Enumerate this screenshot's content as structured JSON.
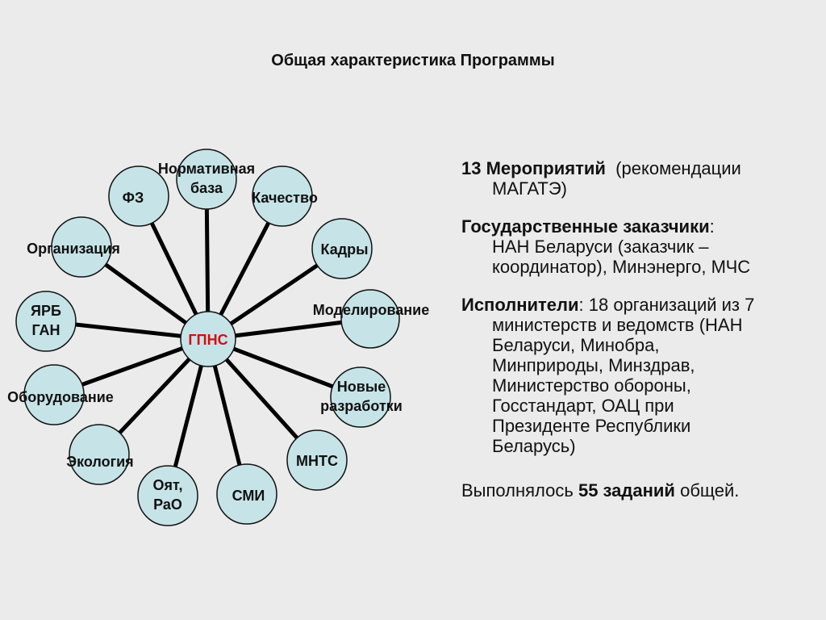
{
  "title": "Общая характеристика Программы",
  "diagram": {
    "hub": {
      "label": "ГПНС"
    },
    "nodes": [
      {
        "lines": [
          "ФЗ"
        ]
      },
      {
        "lines": [
          "Нормативная",
          "база"
        ]
      },
      {
        "lines": [
          "Качество"
        ]
      },
      {
        "lines": [
          "Кадры"
        ]
      },
      {
        "lines": [
          "Моделирование"
        ]
      },
      {
        "lines": [
          "Новые",
          "разработки"
        ]
      },
      {
        "lines": [
          "МНТС"
        ]
      },
      {
        "lines": [
          "СМИ"
        ]
      },
      {
        "lines": [
          "Оят,",
          "РаО"
        ]
      },
      {
        "lines": [
          "Экология"
        ]
      },
      {
        "lines": [
          "Оборудование"
        ]
      },
      {
        "lines": [
          "ЯРБ",
          "ГАН"
        ]
      },
      {
        "lines": [
          "Организация"
        ]
      }
    ],
    "colors": {
      "node_fill": "#c6e4e8",
      "hub_text": "#d01010",
      "line": "#000000"
    }
  },
  "info": {
    "measures": {
      "bold": "13 Мероприятий",
      "rest": "  (рекомендации",
      "line2": "МАГАТЭ)"
    },
    "customers": {
      "bold": "Государственные заказчики",
      "colon": ":",
      "lines": [
        "НАН Беларуси (заказчик –",
        "координатор), Минэнерго, МЧС"
      ]
    },
    "executors": {
      "bold": "Исполнители",
      "rest": ": 18 организаций из 7",
      "lines": [
        "министерств и ведомств (НАН",
        "Беларуси, Минобра,",
        "Минприроды, Минздрав,",
        "Министерство обороны,",
        "Госстандарт, ОАЦ при",
        "Президенте Республики",
        "Беларусь)"
      ]
    },
    "done": {
      "pre": "Выполнялось ",
      "bold": "55 заданий",
      "post": " общей."
    }
  }
}
